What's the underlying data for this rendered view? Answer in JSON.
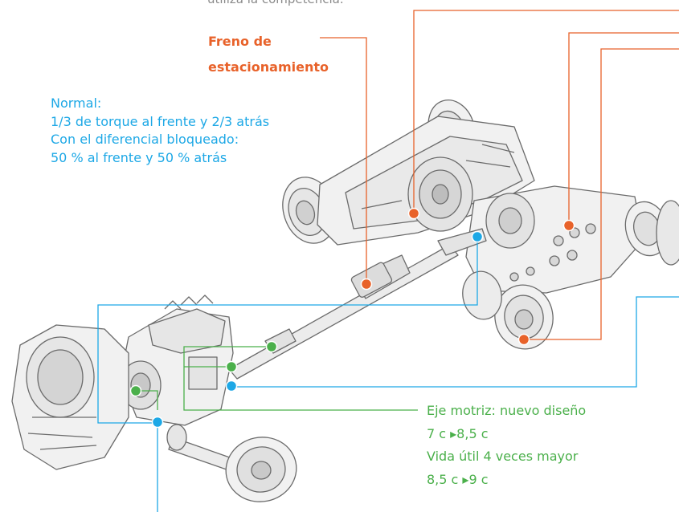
{
  "colors": {
    "orange": "#e8622a",
    "blue": "#1da8e6",
    "green": "#4bb04b",
    "gray_text": "#8a8a8a",
    "machine_line": "#6b6b6b",
    "machine_fill": "#f1f1f1"
  },
  "top_caption": "utiliza la competencia.",
  "parking_brake": {
    "line1": "Freno de",
    "line2": "estacionamiento"
  },
  "torque_note": {
    "line1": "Normal:",
    "line2": "1/3 de torque al frente y 2/3 atrás",
    "line3": "Con el diferencial bloqueado:",
    "line4": "50 % al frente y 50 % atrás"
  },
  "axle_note": {
    "line1": "Eje motriz: nuevo diseño",
    "line2": "7 c ▸8,5 c",
    "line3": "Vida útil 4 veces mayor",
    "line4": "8,5 c ▸9 c"
  }
}
